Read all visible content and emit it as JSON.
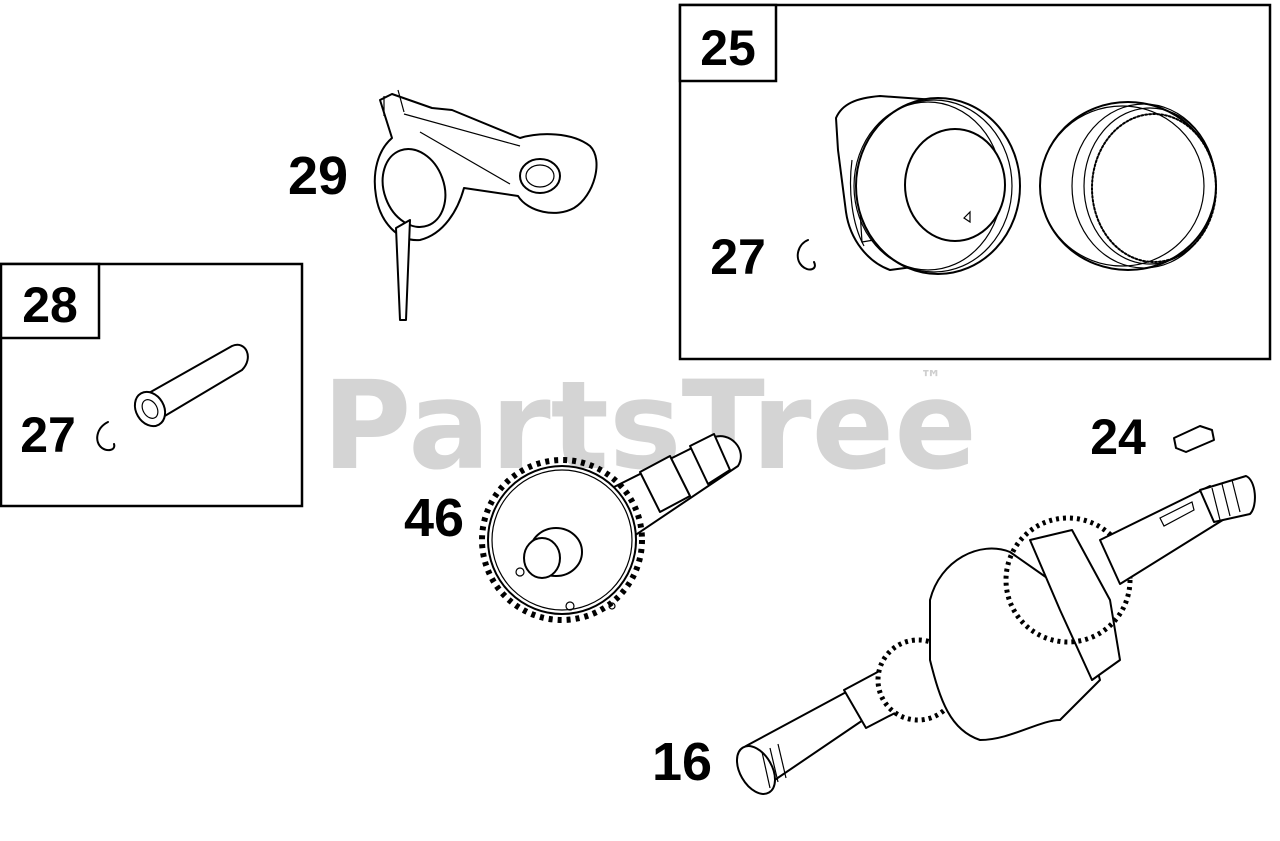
{
  "watermark": {
    "text": "PartsTree",
    "trademark": "™",
    "color": "#d4d4d4"
  },
  "callouts": {
    "c29": "29",
    "c25": "25",
    "c27_piston": "27",
    "c28": "28",
    "c27_pin": "27",
    "c24": "24",
    "c46": "46",
    "c16": "16"
  }
}
